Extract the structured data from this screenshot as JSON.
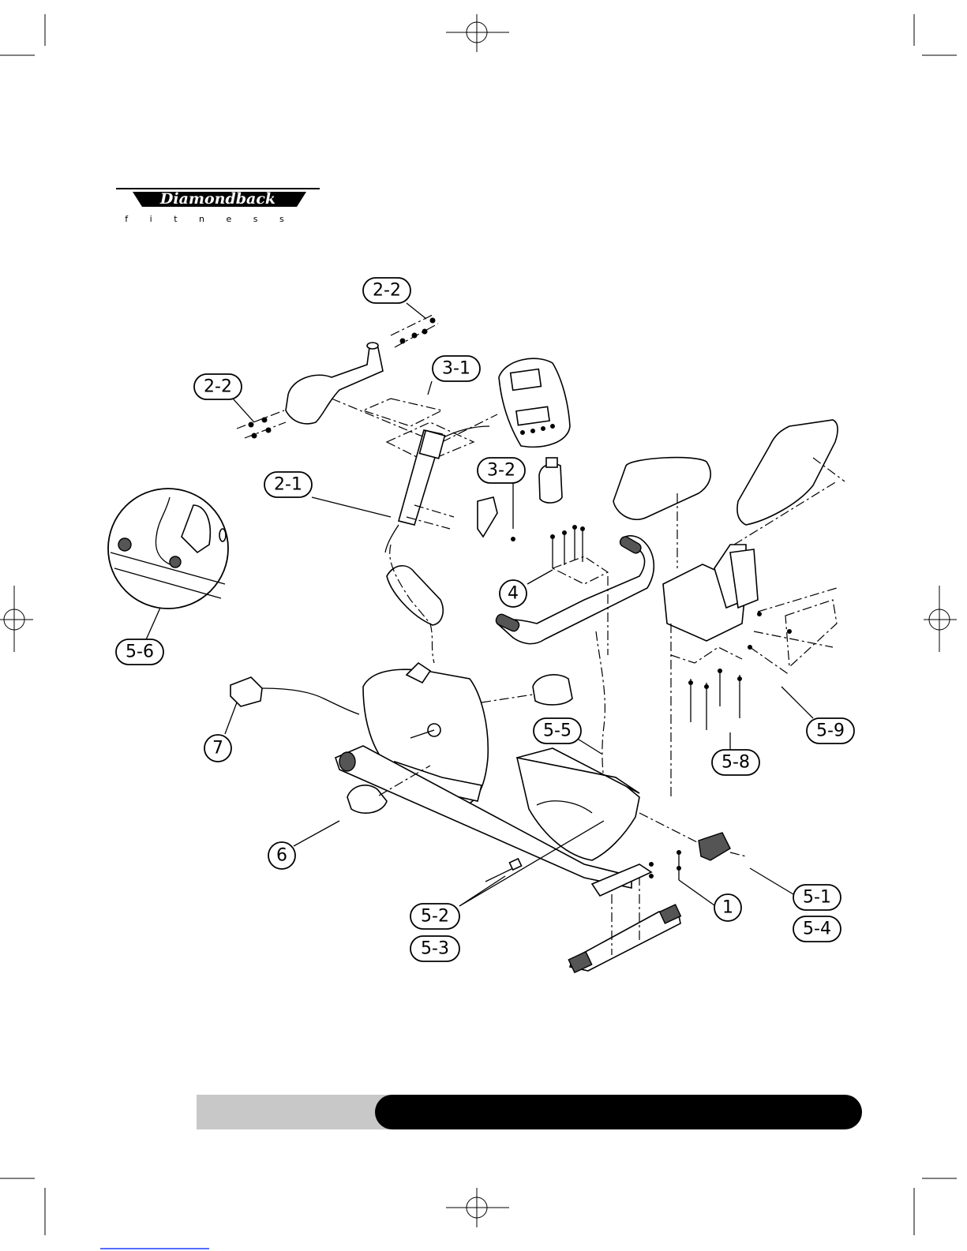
{
  "logo": {
    "brand": "Diamondback",
    "sub": "f i t n e s s"
  },
  "callouts": {
    "c2_2a": "2-2",
    "c2_2b": "2-2",
    "c3_1": "3-1",
    "c2_1": "2-1",
    "c3_2": "3-2",
    "c4": "4",
    "c5_6": "5-6",
    "c7": "7",
    "c5_5": "5-5",
    "c5_9": "5-9",
    "c5_8": "5-8",
    "c6": "6",
    "c5_1": "5-1",
    "c5_4": "5-4",
    "c1": "1",
    "c5_2": "5-2",
    "c5_3": "5-3"
  },
  "colors": {
    "footer_gray": "#c8c8c8",
    "footer_black": "#000000",
    "link_blue": "#1a3cff"
  }
}
